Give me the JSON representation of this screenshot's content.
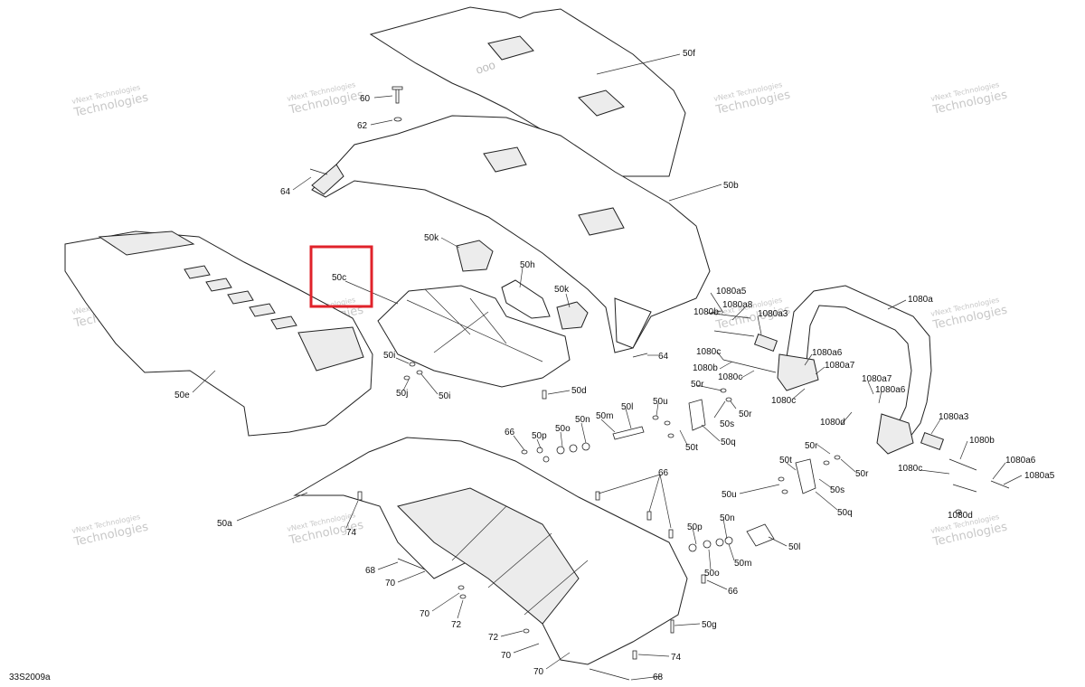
{
  "diagram_code": "33S2009a",
  "watermark_lines": [
    "vNext Technologies",
    "Technologies"
  ],
  "highlight_color": "#e0222a",
  "labels": {
    "l50f": "50f",
    "l60": "60",
    "l62": "62",
    "l64a": "64",
    "l50b": "50b",
    "l50k": "50k",
    "l50h": "50h",
    "l50kb": "50k",
    "l50c": "50c",
    "l50e": "50e",
    "l50i": "50i",
    "l50j": "50j",
    "l50ib": "50i",
    "l50d": "50d",
    "l64b": "64",
    "l1080a5": "1080a5",
    "l1080a8": "1080a8",
    "l1080a3": "1080a3",
    "l1080b": "1080b",
    "l1080c": "1080c",
    "l1080bb": "1080b",
    "l1080cb": "1080c",
    "l1080a": "1080a",
    "l1080a6": "1080a6",
    "l1080a7": "1080a7",
    "l1080cc": "1080c",
    "l1080d": "1080d",
    "l1080a7b": "1080a7",
    "l1080a6b": "1080a6",
    "l1080a3b": "1080a3",
    "l1080bc": "1080b",
    "l1080cd": "1080c",
    "l1080a6c": "1080a6",
    "l1080a5b": "1080a5",
    "l1080d2": "1080d",
    "l50r1": "50r",
    "l50s1": "50s",
    "l50r2": "50r",
    "l50u1": "50u",
    "l50l1": "50l",
    "l50t1": "50t",
    "l50q1": "50q",
    "l66a": "66",
    "l50p1": "50p",
    "l50o1": "50o",
    "l50n1": "50n",
    "l50m1": "50m",
    "l66b": "66",
    "l50a": "50a",
    "l74a": "74",
    "l68a": "68",
    "l70a": "70",
    "l70b": "70",
    "l72a": "72",
    "l72b": "72",
    "l70c": "70",
    "l70d": "70",
    "l50g": "50g",
    "l74b": "74",
    "l68b": "68",
    "l66c": "66",
    "l50p2": "50p",
    "l50n2": "50n",
    "l50o2": "50o",
    "l50m2": "50m",
    "l50l2": "50l",
    "l50r3": "50r",
    "l50t2": "50t",
    "l50r4": "50r",
    "l50u2": "50u",
    "l50s2": "50s",
    "l50q2": "50q"
  }
}
